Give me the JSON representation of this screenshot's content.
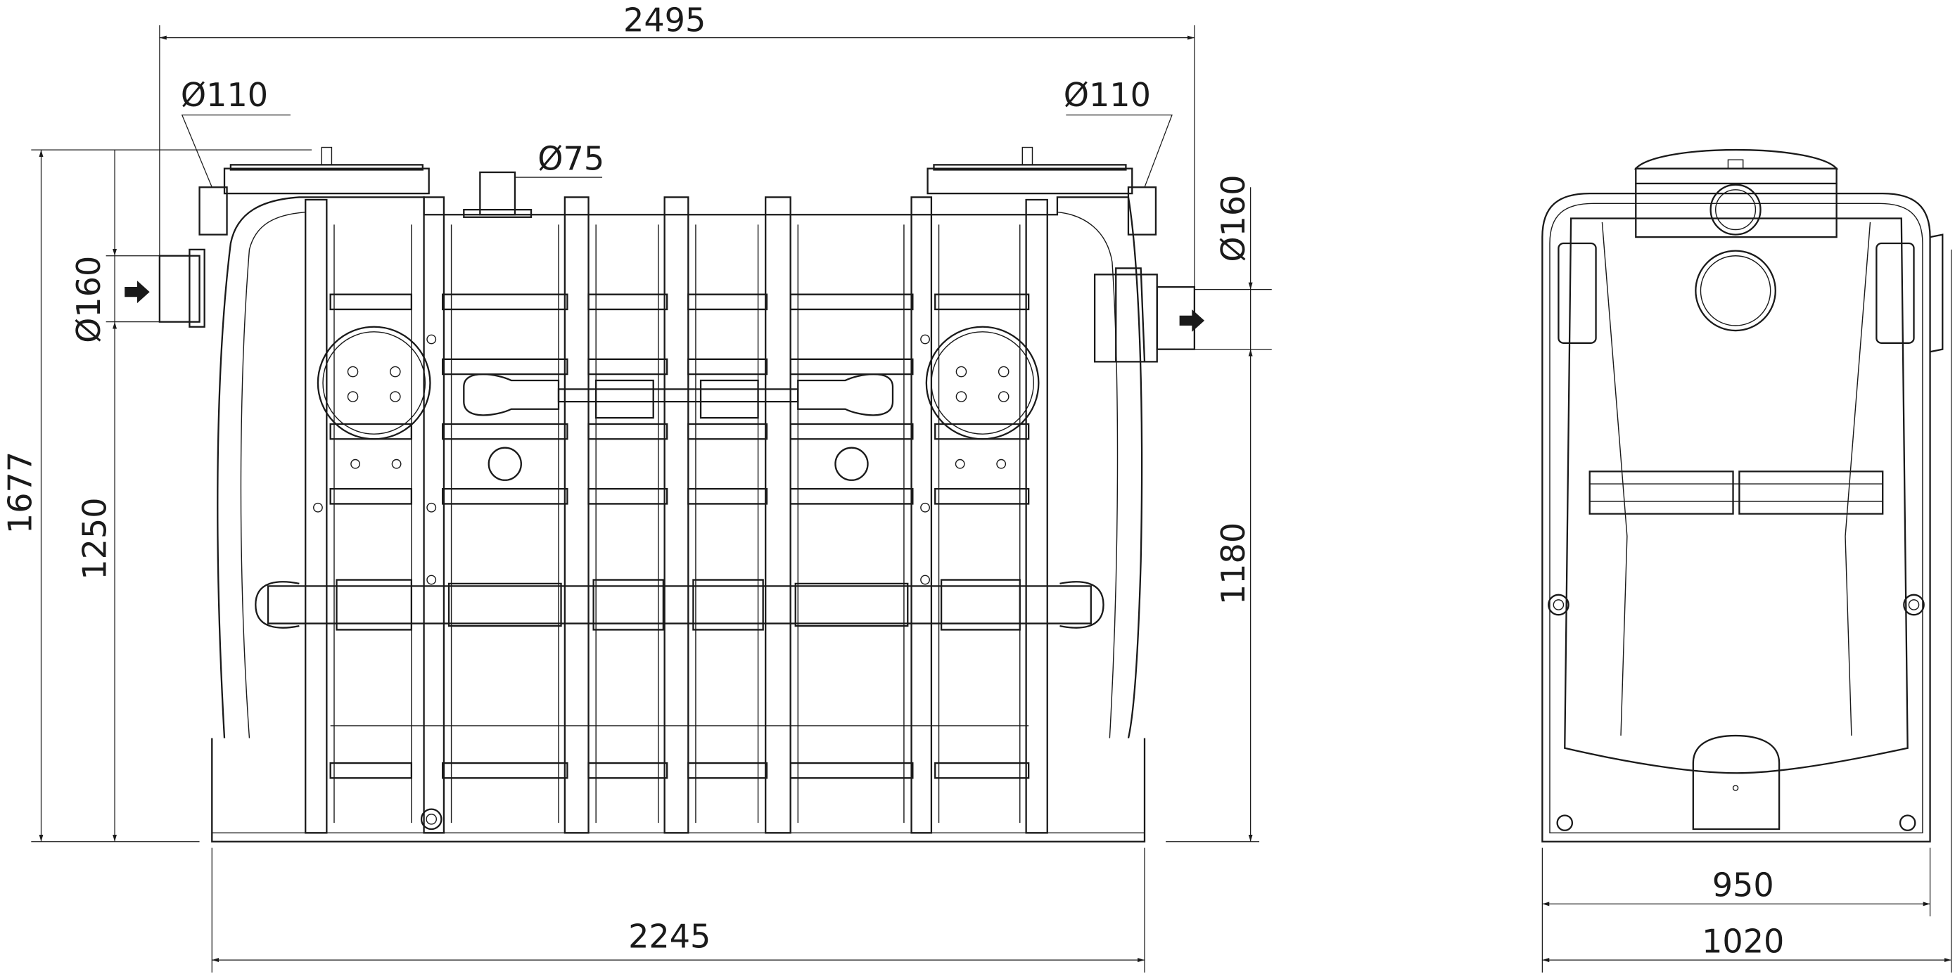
{
  "drawing": {
    "front_view": {
      "overall_length": "2495",
      "base_length": "2245",
      "overall_height": "1677",
      "inlet_height": "1250",
      "outlet_height": "1180",
      "inlet_diameter": "Ø160",
      "outlet_diameter": "Ø160",
      "inlet_vent_diameter": "Ø110",
      "outlet_vent_diameter": "Ø110",
      "vent_diameter": "Ø75"
    },
    "side_view": {
      "inner_width": "950",
      "outer_width": "1020"
    },
    "colors": {
      "line": "#1a1a1a",
      "background": "#ffffff"
    }
  }
}
